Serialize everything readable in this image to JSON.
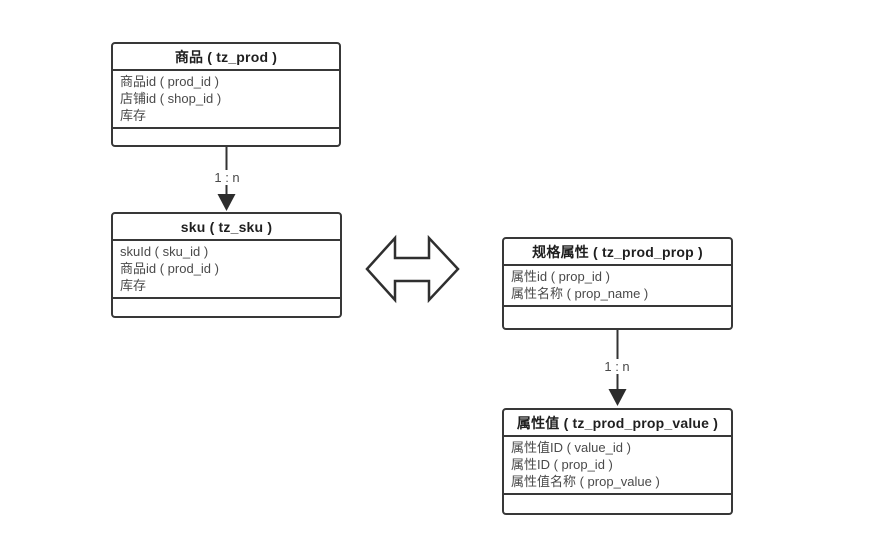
{
  "colors": {
    "background": "#ffffff",
    "line": "#383838",
    "title_text": "#1f1f1f",
    "field_text": "#4a4a4a",
    "relation_text": "#4a4a4a"
  },
  "entities": [
    {
      "id": "prod",
      "title": "商品 ( tz_prod )",
      "fields": [
        "商品id ( prod_id )",
        "店铺id ( shop_id )",
        "库存"
      ]
    },
    {
      "id": "sku",
      "title": "sku ( tz_sku )",
      "fields": [
        "skuId ( sku_id )",
        "商品id ( prod_id )",
        "库存"
      ]
    },
    {
      "id": "prop",
      "title": "规格属性 ( tz_prod_prop )",
      "fields": [
        "属性id ( prop_id )",
        "属性名称 ( prop_name )"
      ]
    },
    {
      "id": "prop_value",
      "title": "属性值 ( tz_prod_prop_value )",
      "fields": [
        "属性值ID ( value_id )",
        "属性ID ( prop_id )",
        "属性值名称 ( prop_value )"
      ]
    }
  ],
  "relations": [
    {
      "from": "prod",
      "to": "sku",
      "label": "1 : n"
    },
    {
      "from": "prop",
      "to": "prop_value",
      "label": "1 : n"
    }
  ],
  "connector": {
    "type": "double-headed-arrow",
    "between": [
      "sku",
      "prop"
    ]
  }
}
